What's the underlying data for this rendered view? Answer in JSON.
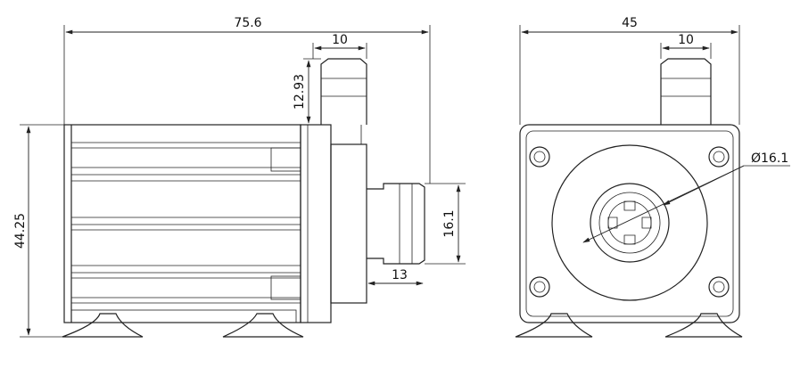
{
  "side_view": {
    "overall_length": "75.6",
    "outlet_diameter_top": "10",
    "outlet_height": "12.93",
    "body_height": "44.25",
    "inlet_diameter": "16.1",
    "inlet_length": "13"
  },
  "front_view": {
    "overall_width": "45",
    "outlet_diameter_top": "10",
    "impeller_diameter": "Ø16.1"
  }
}
